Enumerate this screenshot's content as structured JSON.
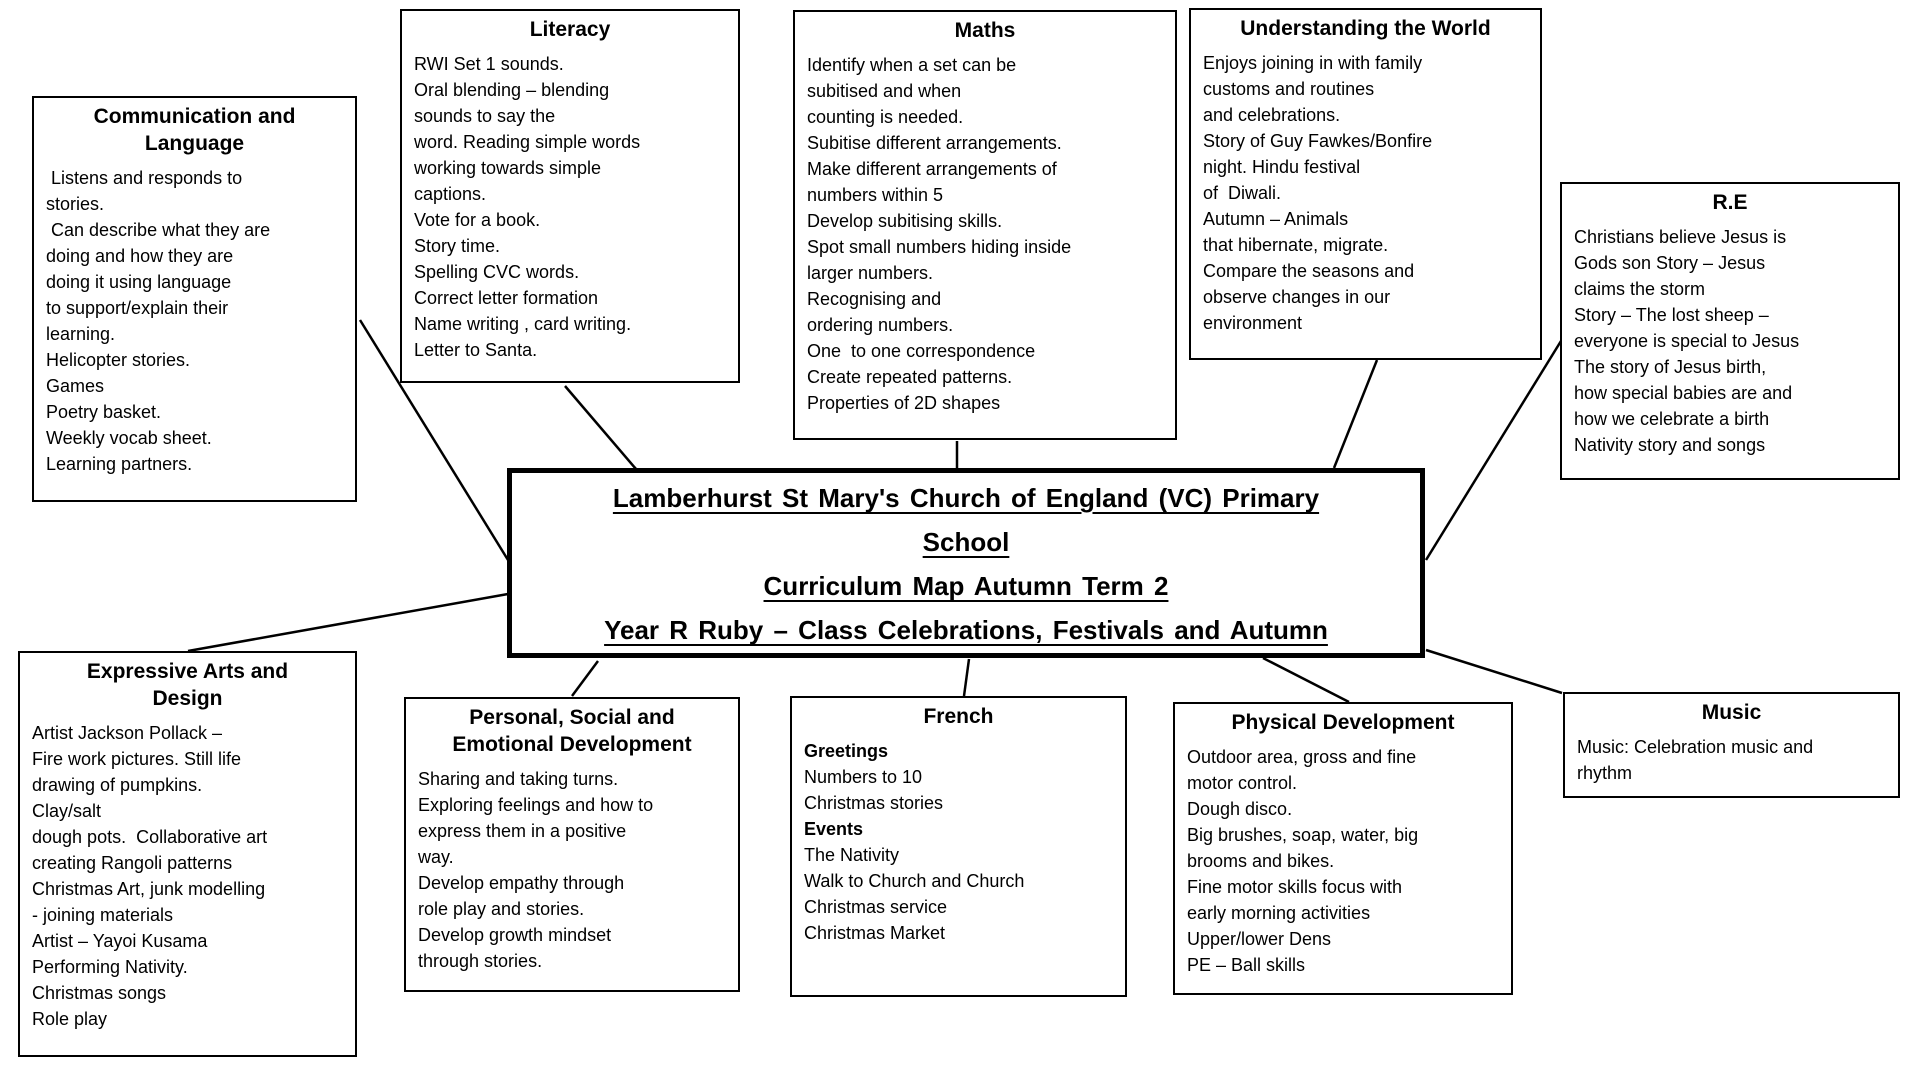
{
  "page": {
    "background": "#ffffff",
    "ink": "#000000"
  },
  "central": {
    "lines": [
      "Lamberhurst St Mary's Church of England (VC) Primary",
      "School",
      "Curriculum Map Autumn Term 2",
      "Year R Ruby – Class Celebrations, Festivals and Autumn"
    ]
  },
  "boxes": [
    {
      "id": "communication-and-language",
      "title": "Communication  and Language",
      "lines": [
        " Listens and responds to",
        "stories.",
        " Can describe what they are",
        "doing and how they are",
        "doing it using language",
        "to support/explain their",
        "learning.",
        "Helicopter stories.",
        "Games",
        "Poetry basket.",
        "Weekly vocab sheet.",
        "Learning partners."
      ]
    },
    {
      "id": "literacy",
      "title": "Literacy",
      "lines": [
        "RWI Set 1 sounds.",
        "Oral blending – blending",
        "sounds to say the",
        "word. Reading simple words",
        "working towards simple",
        "captions.",
        "Vote for a book.",
        "Story time.",
        "Spelling CVC words.",
        "Correct letter formation",
        "Name writing , card writing.",
        "Letter to Santa."
      ]
    },
    {
      "id": "maths",
      "title": "Maths",
      "lines": [
        "Identify when a set can be",
        "subitised and when",
        "counting is needed.",
        "Subitise different arrangements.",
        "Make different arrangements of",
        "numbers within 5",
        "Develop subitising skills.",
        "Spot small numbers hiding inside",
        "larger numbers.",
        "Recognising and",
        "ordering numbers.",
        "One  to one correspondence",
        "Create repeated patterns.",
        "Properties of 2D shapes"
      ]
    },
    {
      "id": "understanding-the-world",
      "title": "Understanding the World",
      "lines": [
        "Enjoys joining in with family",
        "customs and routines",
        "and celebrations.",
        "Story of Guy Fawkes/Bonfire",
        "night. Hindu festival",
        "of  Diwali.",
        "Autumn – Animals",
        "that hibernate, migrate.",
        "Compare the seasons and",
        "observe changes in our",
        "environment"
      ]
    },
    {
      "id": "re",
      "title": "R.E",
      "lines": [
        "Christians believe Jesus is",
        "Gods son Story – Jesus",
        "claims the storm",
        "Story – The lost sheep –",
        "everyone is special to Jesus",
        "The story of Jesus birth,",
        "how special babies are and",
        "how we celebrate a birth",
        "Nativity story and songs"
      ]
    },
    {
      "id": "expressive-arts-and-design",
      "title": "Expressive Arts and Design",
      "lines": [
        "Artist Jackson Pollack –",
        "Fire work pictures. Still life",
        "drawing of pumpkins.",
        "Clay/salt",
        "dough pots.  Collaborative art",
        "creating Rangoli patterns",
        "Christmas Art, junk modelling",
        "- joining materials",
        "Artist – Yayoi Kusama",
        "Performing Nativity.",
        "Christmas songs",
        "Role play"
      ]
    },
    {
      "id": "personal-social-emotional-development",
      "title": "Personal, Social and Emotional Development",
      "lines": [
        "Sharing and taking turns.",
        "Exploring feelings and how to",
        "express them in a positive",
        "way.",
        "Develop empathy through",
        "role play and stories.",
        "Develop growth mindset",
        "through stories."
      ]
    },
    {
      "id": "french",
      "title": "French",
      "bold_indices": [
        0,
        3
      ],
      "lines": [
        "Greetings",
        "Numbers to 10",
        "Christmas stories",
        "Events",
        "The Nativity",
        "Walk to Church and Church",
        "Christmas service",
        "Christmas Market"
      ]
    },
    {
      "id": "physical-development",
      "title": "Physical Development",
      "lines": [
        "Outdoor area, gross and fine",
        "motor control.",
        "Dough disco.",
        "Big brushes, soap, water, big",
        "brooms and bikes.",
        "Fine motor skills focus with",
        "early morning activities",
        "Upper/lower Dens",
        "PE – Ball skills"
      ]
    },
    {
      "id": "music",
      "title": "Music",
      "lines": [
        "Music: Celebration music and",
        "rhythm"
      ]
    }
  ]
}
